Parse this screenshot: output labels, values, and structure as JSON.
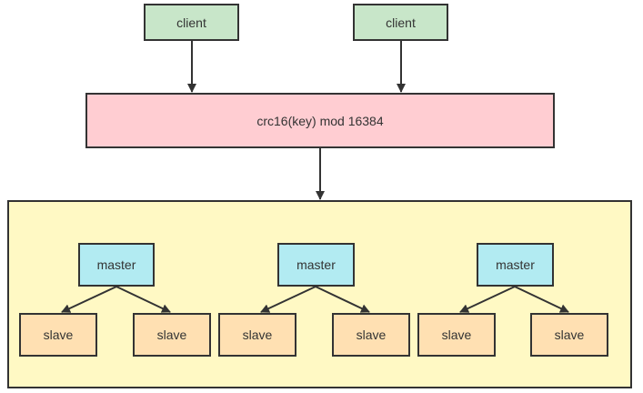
{
  "clients": [
    {
      "label": "client"
    },
    {
      "label": "client"
    }
  ],
  "hash_box": {
    "label": "crc16(key) mod 16384"
  },
  "groups": [
    {
      "master": "master",
      "slaves": [
        "slave",
        "slave"
      ]
    },
    {
      "master": "master",
      "slaves": [
        "slave",
        "slave"
      ]
    },
    {
      "master": "master",
      "slaves": [
        "slave",
        "slave"
      ]
    }
  ],
  "colors": {
    "client_fill": "#c8e6c9",
    "hash_fill": "#ffcdd2",
    "cluster_fill": "#fff9c4",
    "master_fill": "#b2ebf2",
    "slave_fill": "#ffe0b2",
    "stroke": "#333333"
  }
}
